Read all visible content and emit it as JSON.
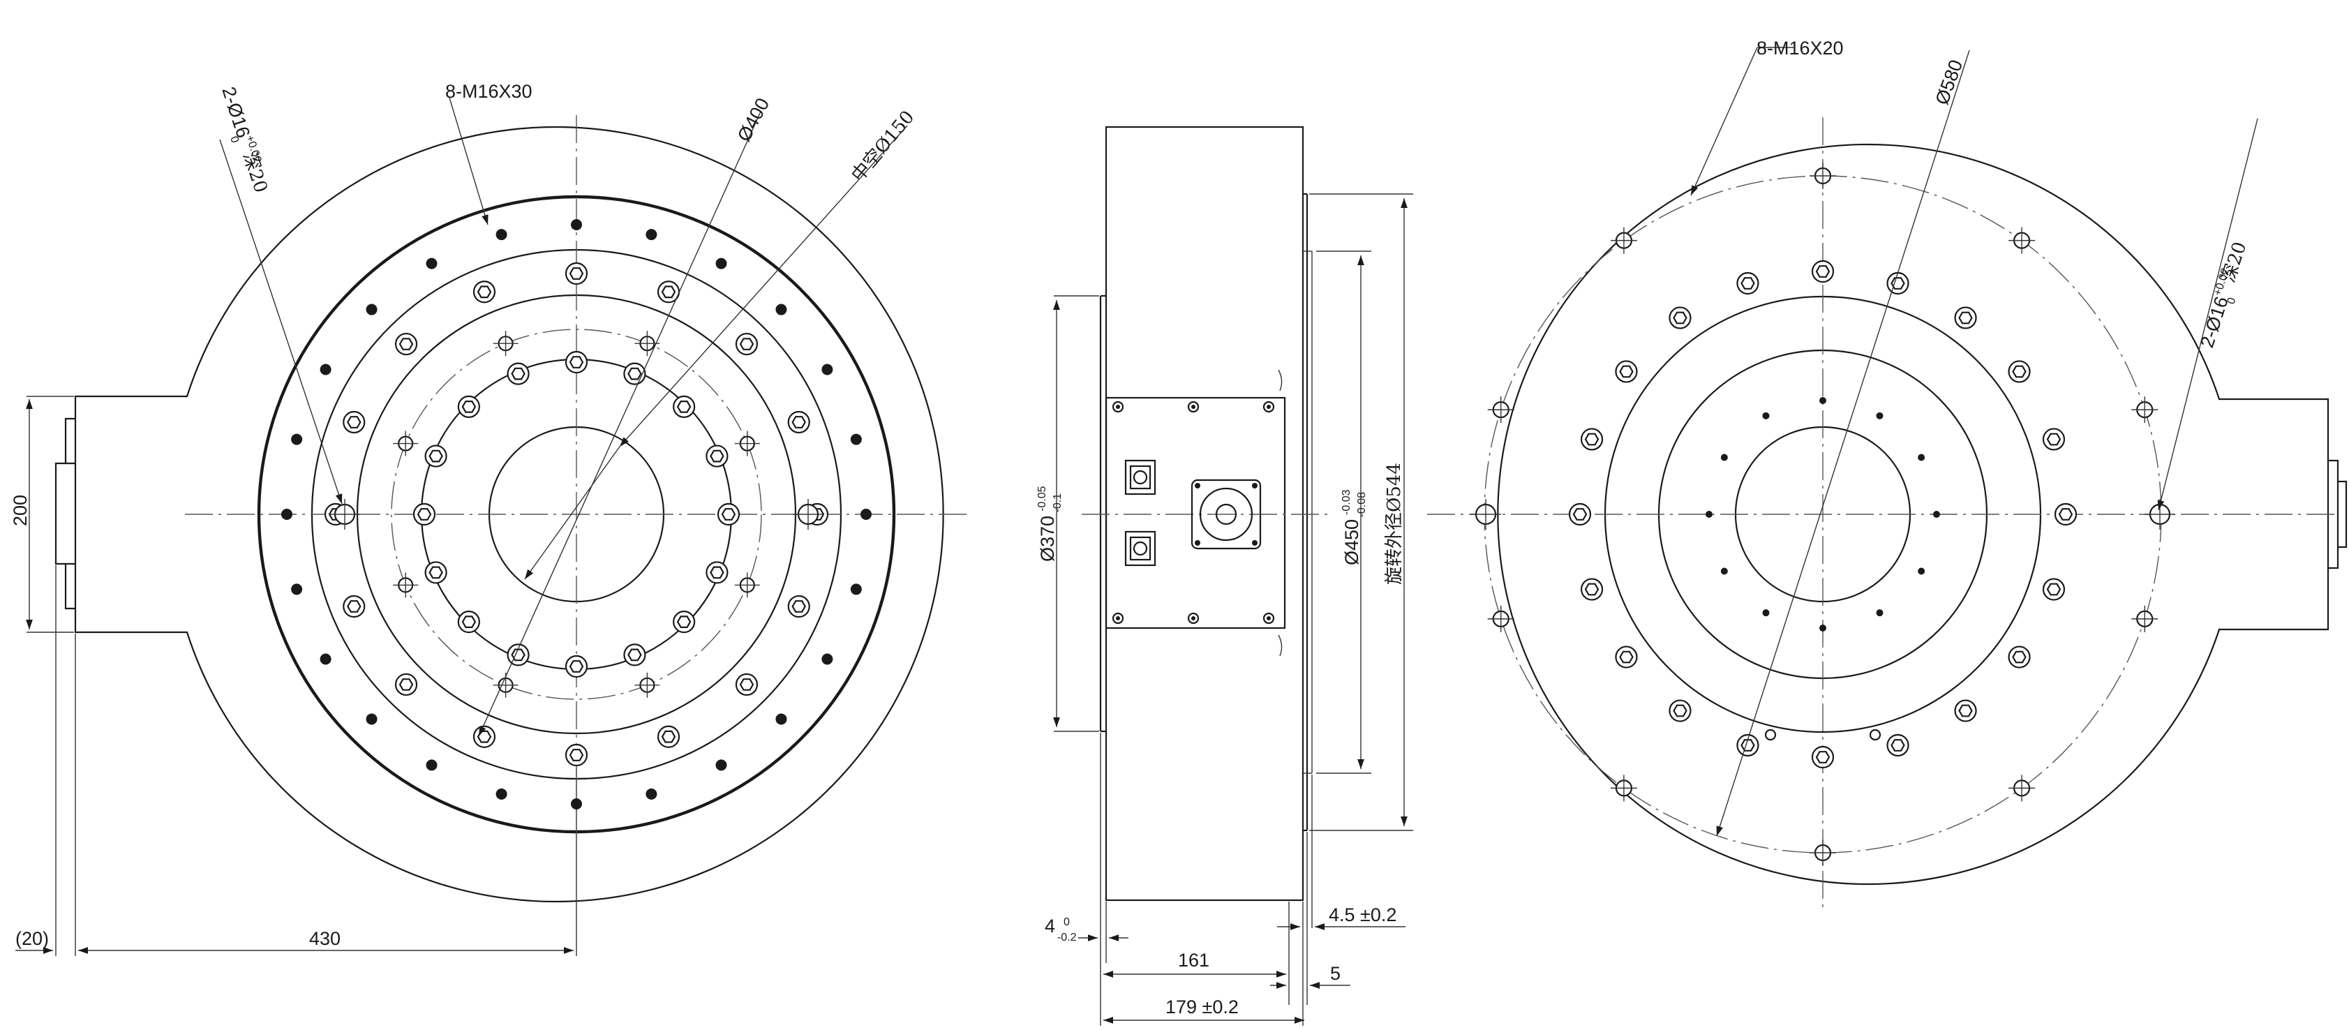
{
  "colors": {
    "line": "#1a1a1a",
    "center_line": "#555555",
    "background": "#ffffff"
  },
  "views": {
    "front": {
      "bolt_label": "8-M16X30",
      "pin_label_prefix": "2-",
      "pin_dia_symbol": "Ø",
      "pin_dia": "16",
      "pin_tol_upper": "+0.02",
      "pin_tol_lower": "0",
      "pin_depth": "深20",
      "dia_outer": "Ø400",
      "hollow_label": "中空Ø150",
      "dim_200": "200",
      "dim_430": "430",
      "dim_20": "(20)"
    },
    "side": {
      "dia_370": "Ø370",
      "tol_370_upper": "-0.05",
      "tol_370_lower": "-0.1",
      "dia_450": "Ø450",
      "tol_450_upper": "-0.03",
      "tol_450_lower": "-0.08",
      "dia_544": "旋转外径Ø544",
      "dim_4": "4",
      "tol_4_upper": "0",
      "tol_4_lower": "-0.2",
      "dim_161": "161",
      "dim_179": "179 ±0.2",
      "dim_4_5": "4.5 ±0.2",
      "dim_5": "5"
    },
    "back": {
      "bolt_label": "8-M16X20",
      "dia_580": "Ø580",
      "pin_label_prefix": "2-",
      "pin_dia_symbol": "Ø",
      "pin_dia": "16",
      "pin_tol_upper": "+0.02",
      "pin_tol_lower": "0",
      "pin_depth": "深20"
    }
  },
  "icons": [
    "connector-square-icon",
    "connector-small-icon",
    "connector-large-icon"
  ]
}
